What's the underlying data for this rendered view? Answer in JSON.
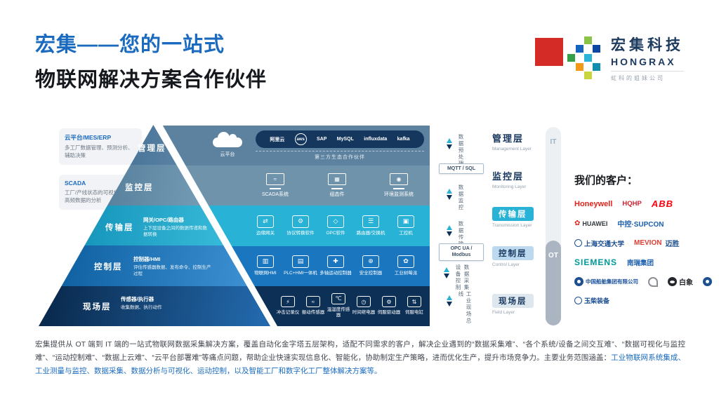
{
  "header": {
    "title_line1": "宏集——您的一站式",
    "title_line2": "物联网解决方案合作伙伴",
    "logo": {
      "company": "宏集科技",
      "brand": "HONGRAX",
      "tagline": "虹科的姐妹公司"
    }
  },
  "annotations": [
    {
      "title": "云平台/MES/ERP",
      "desc": "多工厂数据管理、预测分析、辅助决策"
    },
    {
      "title": "SCADA",
      "desc": "工厂/产线状态的可视化监控、高频数据的分析"
    }
  ],
  "pyramid": {
    "layers": [
      {
        "name": "管理层"
      },
      {
        "name": "监控层"
      },
      {
        "name": "传输层",
        "subtitle": "网关/OPC/路由器",
        "desc": "上下层设备之间的数据传递和数据转换"
      },
      {
        "name": "控制层",
        "subtitle": "控制器/HMI",
        "desc": "评估传感器数据、发布命令、控制生产过程"
      },
      {
        "name": "现场层",
        "subtitle": "传感器/执行器",
        "desc": "收集数据、执行动作"
      }
    ]
  },
  "bands": {
    "management": {
      "cloud_label": "云平台",
      "partners_caption": "第三方生态合作伙伴",
      "partners": [
        "阿里云",
        "aws",
        "SAP",
        "MySQL",
        "influxdata",
        "kafka"
      ]
    },
    "monitoring": {
      "items": [
        {
          "label": "SCADA系统",
          "glyph": "≈"
        },
        {
          "label": "组态件",
          "glyph": "▦"
        },
        {
          "label": "环境监测系统",
          "glyph": "◉"
        }
      ]
    },
    "transmission": {
      "items": [
        {
          "label": "边缘网关",
          "glyph": "⇄"
        },
        {
          "label": "协议转换软件",
          "glyph": "⚙"
        },
        {
          "label": "OPC软件",
          "glyph": "◇"
        },
        {
          "label": "路由器/交换机",
          "glyph": "☰"
        },
        {
          "label": "工控机",
          "glyph": "▣"
        }
      ]
    },
    "control": {
      "items": [
        {
          "label": "物联网HMI",
          "glyph": "▥"
        },
        {
          "label": "PLC+HMI一体机",
          "glyph": "▤"
        },
        {
          "label": "多轴运动控制器",
          "glyph": "✚"
        },
        {
          "label": "安全控制器",
          "glyph": "⊕"
        },
        {
          "label": "工业树莓派",
          "glyph": "✿"
        }
      ]
    },
    "field": {
      "items": [
        {
          "label": "冲击记录仪",
          "glyph": "⚡"
        },
        {
          "label": "振动传感器",
          "glyph": "≈"
        },
        {
          "label": "温湿度传感器",
          "glyph": "℃"
        },
        {
          "label": "时间继电器",
          "glyph": "◷"
        },
        {
          "label": "伺服驱动器",
          "glyph": "⚙"
        },
        {
          "label": "伺服电缸",
          "glyph": "⇅"
        }
      ]
    }
  },
  "rail": {
    "flows": [
      "数据预处理",
      "数据监控",
      "数据传输",
      "数据采集",
      "设备控制",
      "工业现场总线"
    ],
    "protocols": [
      "MQTT / SQL",
      "OPC UA / Modbus"
    ],
    "labels": [
      {
        "zh": "管理层",
        "en": "Management Layer"
      },
      {
        "zh": "监控层",
        "en": "Monitoring Layer"
      },
      {
        "zh": "传输层",
        "en": "Transmission Layer"
      },
      {
        "zh": "控制层",
        "en": "Control Layer"
      },
      {
        "zh": "现场层",
        "en": "Field Layer"
      }
    ],
    "it_label": "IT",
    "ot_label": "OT"
  },
  "customers": {
    "title": "我们的客户：",
    "logos": [
      "Honeywell",
      "HQHP",
      "ABB",
      "HUAWEI",
      "中控·SUPCON",
      "上海交通大学",
      "MEVION",
      "迈胜",
      "SIEMENS",
      "南瑞集团",
      "中国船舶集团有限公司",
      "白象",
      "玉柴装备"
    ]
  },
  "footer": {
    "text": "宏集提供从 OT 端到 IT 端的一站式物联网数据采集解决方案，覆盖自动化金字塔五层架构，适配不同需求的客户，解决企业遇到的“数据采集难”、“各个系统/设备之间交互难”、“数据可视化与监控难”、“运动控制难”、“数据上云难”、“云平台部署难”等痛点问题，帮助企业快速实现信息化、智能化，协助制定生产策略，进而优化生产，提升市场竞争力。主要业务范围涵盖：",
    "highlight": "工业物联网系统集成、工业测量与监控、数据采集、数据分析与可视化、运动控制，以及智能工厂和数字化工厂整体解决方案等。"
  },
  "colors": {
    "accent_blue": "#1a6bbf",
    "management_band": "#5d82a0",
    "monitoring_band": "#6f93ab",
    "transmission_band": "#28b2d6",
    "control_band": "#1b76c0",
    "field_band": "#0d3057",
    "brand_red": "#d42b26"
  }
}
